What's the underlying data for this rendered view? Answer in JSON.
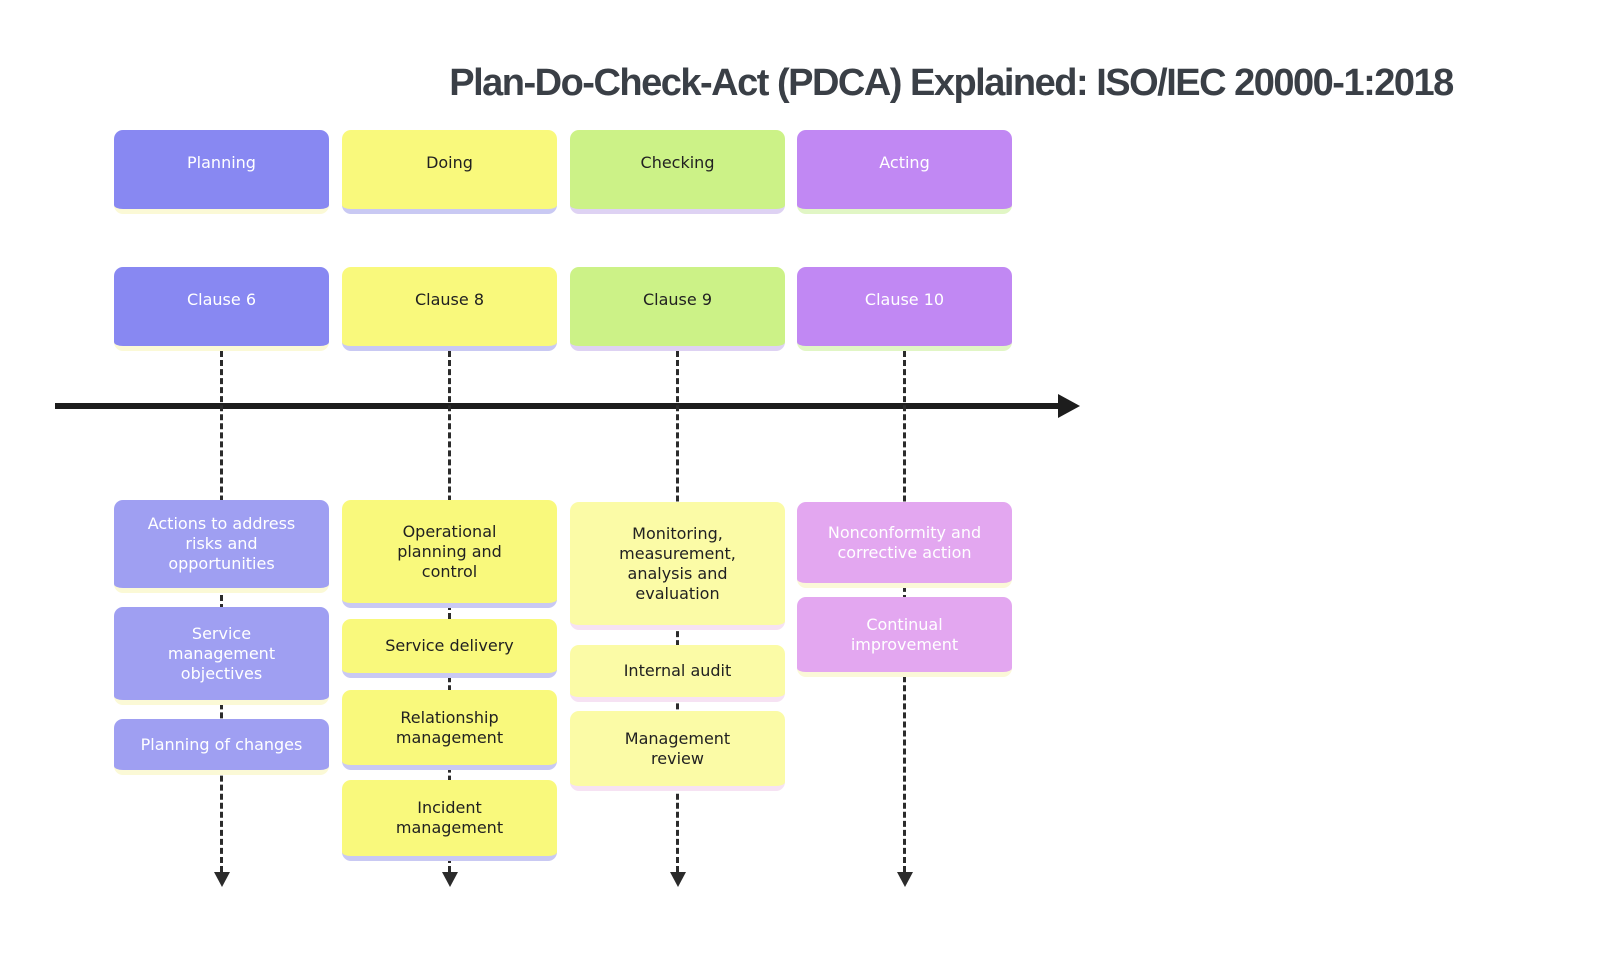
{
  "title": "Plan-Do-Check-Act (PDCA) Explained: ISO/IEC 20000-1:2018",
  "columns": [
    {
      "phase": "Planning",
      "clause": "Clause 6",
      "items": [
        "Actions to address\nrisks and\nopportunities",
        "Service\nmanagement\nobjectives",
        "Planning of changes"
      ]
    },
    {
      "phase": "Doing",
      "clause": "Clause 8",
      "items": [
        "Operational\nplanning and\ncontrol",
        "Service delivery",
        "Relationship\nmanagement",
        "Incident\nmanagement"
      ]
    },
    {
      "phase": "Checking",
      "clause": "Clause 9",
      "items": [
        "Monitoring,\nmeasurement,\nanalysis and\nevaluation",
        "Internal audit",
        "Management\nreview"
      ]
    },
    {
      "phase": "Acting",
      "clause": "Clause 10",
      "items": [
        "Nonconformity and\ncorrective action",
        "Continual\nimprovement"
      ]
    }
  ],
  "palette": {
    "planning_header": "#8888f2",
    "planning_detail": "#9f9ff2",
    "doing": "#f9f97c",
    "checking_header": "#ccf287",
    "checking_detail": "#fbfba6",
    "acting_header": "#c188f3",
    "acting_detail": "#e3a7f0",
    "accent_under_blue": "#fbf9d6",
    "accent_under_yellow": "#c9c9f3",
    "accent_under_green": "#ded2f3",
    "accent_under_pale_yellow": "#f6e2f3",
    "accent_under_purple": "#e1f6c5",
    "accent_under_pink": "#fbf8d8",
    "arrow_color": "#1d1d1d",
    "title_text": "#3a3f46"
  }
}
